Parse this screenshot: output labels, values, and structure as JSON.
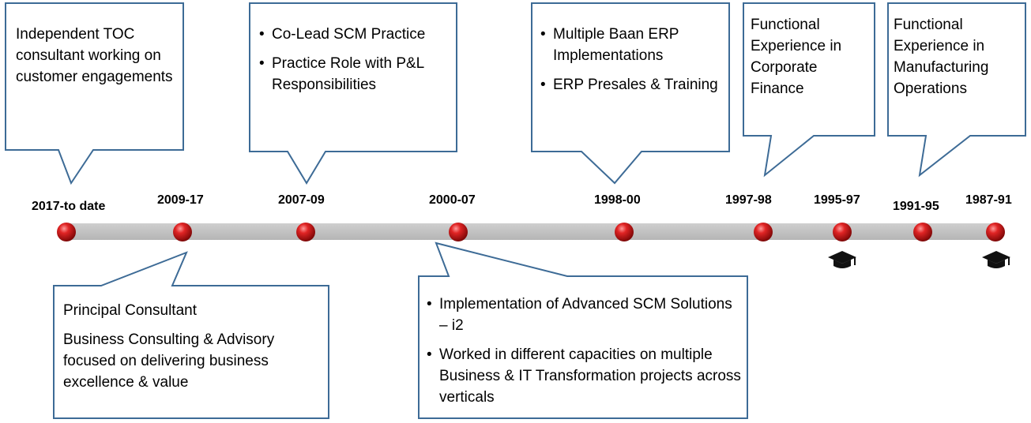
{
  "timeline": {
    "years": [
      "2017-to date",
      "2009-17",
      "2007-09",
      "2000-07",
      "1998-00",
      "1997-98",
      "1995-97",
      "1991-95",
      "1987-91"
    ]
  },
  "callouts": {
    "c2017": {
      "text": "Independent TOC consultant working on customer engagements"
    },
    "c2007": {
      "bullets": [
        "Co-Lead SCM Practice",
        "Practice Role with P&L Responsibilities"
      ]
    },
    "c1998": {
      "bullets": [
        "Multiple Baan ERP Implementations",
        "ERP Presales & Training"
      ]
    },
    "c1997": {
      "text": "Functional Experience in Corporate Finance"
    },
    "c1991": {
      "text": "Functional Experience in Manufacturing Operations"
    },
    "c2009": {
      "lines": [
        "Principal Consultant",
        "Business Consulting & Advisory focused on delivering business excellence & value"
      ]
    },
    "c2000": {
      "bullets": [
        "Implementation of Advanced SCM Solutions – i2",
        "Worked in different capacities on multiple Business & IT Transformation projects across verticals"
      ]
    }
  },
  "icons": {
    "milestone_marker": "red-sphere",
    "education": "graduation-cap-icon"
  },
  "colors": {
    "callout_border": "#3d6b96",
    "timeline_bar": "#bdbdbd",
    "marker": "#d42020"
  }
}
